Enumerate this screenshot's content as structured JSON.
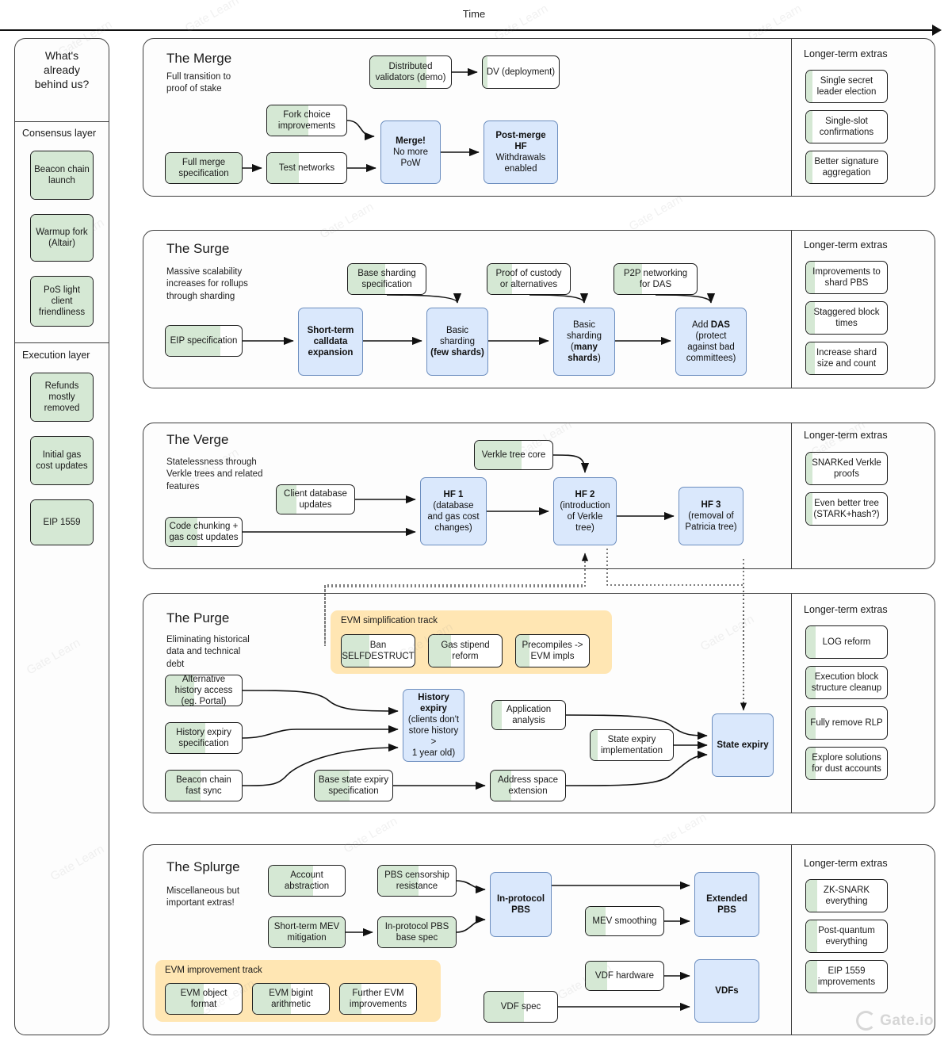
{
  "header": {
    "time_label": "Time"
  },
  "behind": {
    "title": "What's\nalready\nbehind us?",
    "title_l1": "What's",
    "title_l2": "already",
    "title_l3": "behind us?",
    "groups": [
      {
        "label": "Consensus layer",
        "items": [
          {
            "text": "Beacon chain launch",
            "fill": 100
          },
          {
            "text": "Warmup fork (Altair)",
            "fill": 100
          },
          {
            "text": "PoS light client friendliness",
            "fill": 100
          }
        ]
      },
      {
        "label": "Execution layer",
        "items": [
          {
            "text": "Refunds mostly removed",
            "fill": 100
          },
          {
            "text": "Initial gas cost updates",
            "fill": 100
          },
          {
            "text": "EIP 1559",
            "fill": 100
          }
        ]
      }
    ]
  },
  "extras_title": "Longer-term extras",
  "sections": [
    {
      "id": "merge",
      "title": "The Merge",
      "subtitle": "Full transition to proof of stake",
      "nodes": [
        {
          "name": "distributed-validators",
          "text": "Distributed validators (demo)",
          "fill": 70
        },
        {
          "name": "dv-deployment",
          "text": "DV (deployment)",
          "fill": 6
        },
        {
          "name": "fork-choice-improvements",
          "text": "Fork choice improvements",
          "fill": 52
        },
        {
          "name": "full-merge-specification",
          "text": "Full merge specification",
          "fill": 100
        },
        {
          "name": "test-networks",
          "text": "Test networks",
          "fill": 40
        },
        {
          "name": "merge-no-more-pow",
          "text": "Merge! No more PoW",
          "bold_lines": [
            0
          ],
          "blue": true
        },
        {
          "name": "post-merge-hf",
          "text": "Post-merge HF Withdrawals enabled",
          "bold_lines": [
            0,
            1
          ],
          "blue": true
        }
      ],
      "extras": [
        {
          "text": "Single secret leader election",
          "fill": 8
        },
        {
          "text": "Single-slot confirmations",
          "fill": 8
        },
        {
          "text": "Better signature aggregation",
          "fill": 8
        }
      ]
    },
    {
      "id": "surge",
      "title": "The Surge",
      "subtitle": "Massive scalability increases for rollups through sharding",
      "nodes": [
        {
          "name": "base-sharding-specification",
          "text": "Base sharding specification",
          "fill": 48
        },
        {
          "name": "proof-of-custody",
          "text": "Proof of custody or alternatives",
          "fill": 30
        },
        {
          "name": "p2p-networking-for-das",
          "text": "P2P networking for DAS",
          "fill": 34
        },
        {
          "name": "eip-specification",
          "text": "EIP specification",
          "fill": 72
        },
        {
          "name": "short-term-calldata-expansion",
          "text": "Short-term calldata expansion",
          "bold": true,
          "blue": true
        },
        {
          "name": "basic-sharding-few-shards",
          "text": "Basic sharding (few shards)",
          "blue": true
        },
        {
          "name": "basic-sharding-many-shards",
          "text": "Basic sharding (many shards)",
          "blue": true
        },
        {
          "name": "add-das",
          "text": "Add DAS (protect against bad committees)",
          "blue": true
        }
      ],
      "extras": [
        {
          "text": "Improvements to shard PBS",
          "fill": 11
        },
        {
          "text": "Staggered block times",
          "fill": 11
        },
        {
          "text": "Increase shard size and count",
          "fill": 11
        }
      ]
    },
    {
      "id": "verge",
      "title": "The Verge",
      "subtitle": "Statelessness through Verkle trees and related features",
      "nodes": [
        {
          "name": "verkle-tree-core",
          "text": "Verkle tree core",
          "fill": 60
        },
        {
          "name": "client-database-updates",
          "text": "Client database updates",
          "fill": 25
        },
        {
          "name": "code-chunking-gas-cost-updates",
          "text": "Code chunking + gas cost updates",
          "fill": 42
        },
        {
          "name": "hf-1",
          "text": "HF 1 (database and gas cost changes)",
          "blue": true
        },
        {
          "name": "hf-2",
          "text": "HF 2 (introduction of Verkle tree)",
          "blue": true
        },
        {
          "name": "hf-3",
          "text": "HF 3 (removal of Patricia tree)",
          "blue": true
        }
      ],
      "extras": [
        {
          "text": "SNARKed Verkle proofs",
          "fill": 8
        },
        {
          "text": "Even better tree (STARK+hash?)",
          "fill": 8
        }
      ]
    },
    {
      "id": "purge",
      "title": "The Purge",
      "subtitle": "Eliminating historical data and technical debt",
      "track": {
        "title": "EVM simplification track",
        "items": [
          {
            "text": "Ban SELFDESTRUCT",
            "fill": 38
          },
          {
            "text": "Gas stipend reform",
            "fill": 30
          },
          {
            "text": "Precompiles -> EVM impls",
            "fill": 18
          }
        ]
      },
      "nodes": [
        {
          "name": "alternative-history-access",
          "text": "Alternative history access (eg. Portal)",
          "fill": 38
        },
        {
          "name": "history-expiry-specification",
          "text": "History expiry specification",
          "fill": 52
        },
        {
          "name": "beacon-chain-fast-sync",
          "text": "Beacon chain fast sync",
          "fill": 46
        },
        {
          "name": "history-expiry",
          "text": "History expiry (clients don't store history > 1 year old)",
          "bold_lines": [
            0,
            1
          ],
          "blue": true
        },
        {
          "name": "application-analysis",
          "text": "Application analysis",
          "fill": 13
        },
        {
          "name": "base-state-expiry-specification",
          "text": "Base state expiry specification",
          "fill": 45
        },
        {
          "name": "state-expiry-implementation",
          "text": "State expiry implementation",
          "fill": 9
        },
        {
          "name": "address-space-extension",
          "text": "Address space extension",
          "fill": 28
        },
        {
          "name": "state-expiry",
          "text": "State expiry",
          "bold": true,
          "blue": true
        }
      ],
      "extras": [
        {
          "text": "LOG reform",
          "fill": 12
        },
        {
          "text": "Execution block structure cleanup",
          "fill": 12
        },
        {
          "text": "Fully remove RLP",
          "fill": 12
        },
        {
          "text": "Explore solutions for dust accounts",
          "fill": 12
        }
      ]
    },
    {
      "id": "splurge",
      "title": "The Splurge",
      "subtitle": "Miscellaneous but important extras!",
      "track": {
        "title": "EVM improvement track",
        "items": [
          {
            "text": "EVM object format",
            "fill": 50
          },
          {
            "text": "EVM bigint arithmetic",
            "fill": 50
          },
          {
            "text": "Further EVM improvements",
            "fill": 28
          }
        ]
      },
      "nodes": [
        {
          "name": "account-abstraction",
          "text": "Account abstraction",
          "fill": 58
        },
        {
          "name": "pbs-censorship-resistance",
          "text": "PBS censorship resistance",
          "fill": 52
        },
        {
          "name": "short-term-mev-mitigation",
          "text": "Short-term MEV mitigation",
          "fill": 100
        },
        {
          "name": "in-protocol-pbs-base-spec",
          "text": "In-protocol PBS base spec",
          "fill": 100
        },
        {
          "name": "in-protocol-pbs",
          "text": "In-protocol PBS",
          "bold": true,
          "blue": true
        },
        {
          "name": "mev-smoothing",
          "text": "MEV smoothing",
          "fill": 26
        },
        {
          "name": "extended-pbs",
          "text": "Extended PBS",
          "bold": true,
          "blue": true
        },
        {
          "name": "vdf-hardware",
          "text": "VDF hardware",
          "fill": 28
        },
        {
          "name": "vdf-spec",
          "text": "VDF spec",
          "fill": 54
        },
        {
          "name": "vdfs",
          "text": "VDFs",
          "bold": true,
          "blue": true
        }
      ],
      "extras": [
        {
          "text": "ZK-SNARK everything",
          "fill": 14
        },
        {
          "text": "Post-quantum everything",
          "fill": 14
        },
        {
          "text": "EIP 1559 improvements",
          "fill": 14
        }
      ]
    }
  ],
  "colors": {
    "green": "#d5e8d4",
    "blue": "#dae8fc",
    "blue_border": "#6c8ebf",
    "track_yellow": "#ffe6b3",
    "border": "#1c1c1c"
  },
  "brand": {
    "name": "Gate.io"
  }
}
